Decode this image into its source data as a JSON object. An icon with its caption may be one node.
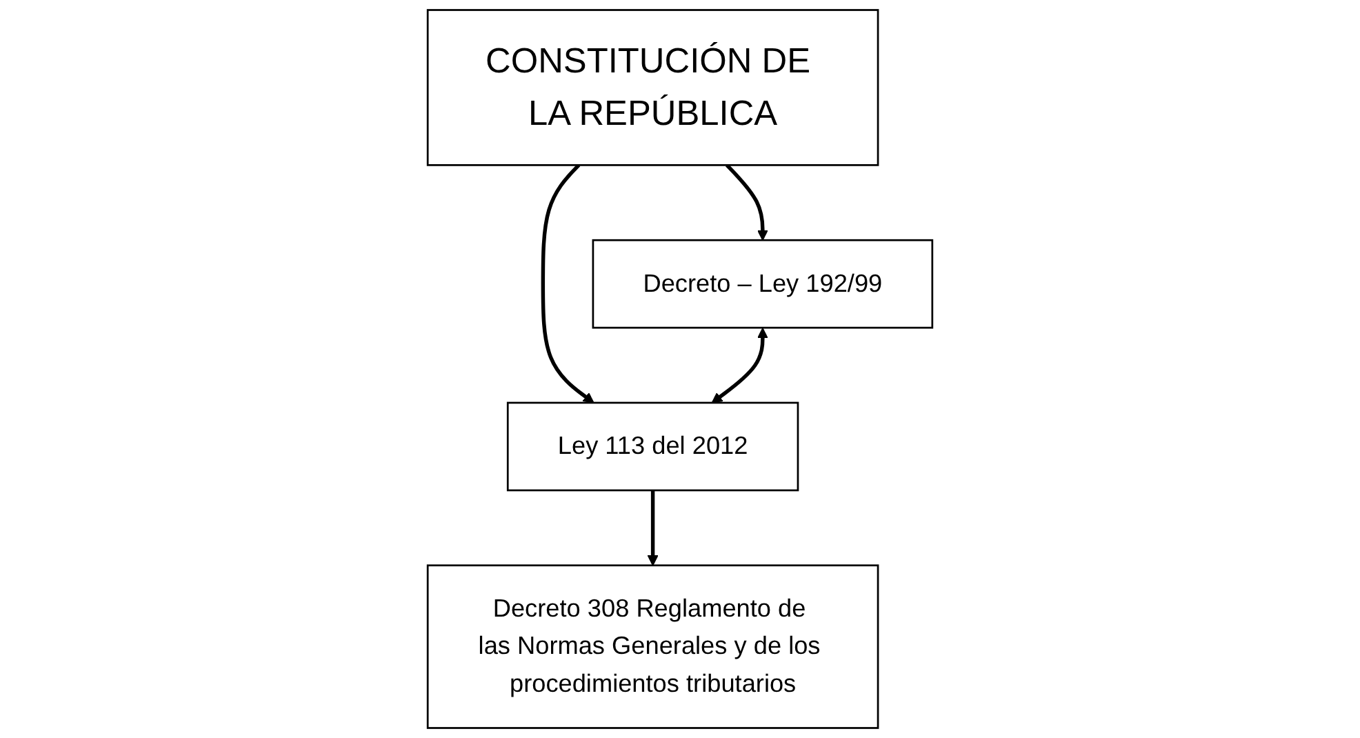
{
  "diagram": {
    "nodes": [
      {
        "text": [
          "CONSTITUCIÓN DE LA REPÚBLICA"
        ]
      },
      {
        "text": [
          "Decreto – Ley 192/99"
        ]
      },
      {
        "text": [
          "Ley 113 del 2012"
        ]
      },
      {
        "text": [
          "Decreto 308 Reglamento de las Normas Generales y de los procedimientos tributarios"
        ]
      }
    ],
    "edges": [
      {
        "from": 0,
        "to": 1,
        "arrow": "to"
      },
      {
        "from": 0,
        "to": 2,
        "arrow": "to"
      },
      {
        "from": 1,
        "to": 2,
        "arrow": "both"
      },
      {
        "from": 2,
        "to": 3,
        "arrow": "to"
      }
    ]
  }
}
